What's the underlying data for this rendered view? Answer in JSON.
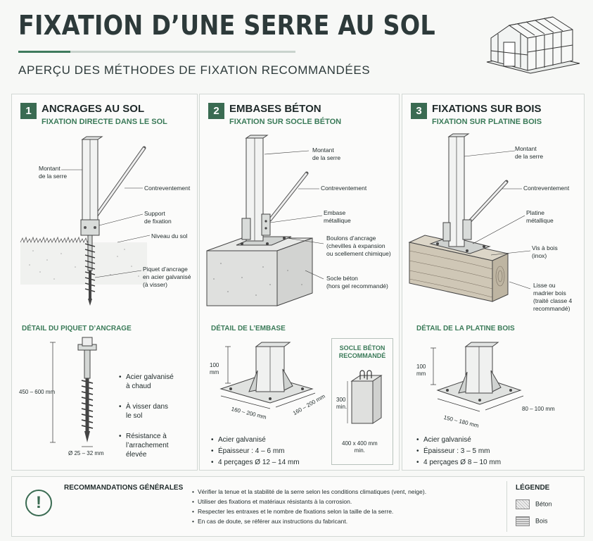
{
  "header": {
    "title": "FIXATION D’UNE SERRE AU SOL",
    "subtitle": "APERÇU DES MÉTHODES DE FIXATION RECOMMANDÉES"
  },
  "panels": [
    {
      "number": "1",
      "title": "ANCRAGES AU SOL",
      "subtitle": "FIXATION DIRECTE DANS LE SOL",
      "labels": {
        "montant": "Montant\nde la serre",
        "contreventement": "Contreventement",
        "support": "Support\nde fixation",
        "niveau": "Niveau du sol",
        "piquet": "Piquet d’ancrage\nen acier galvanisé\n(à visser)"
      },
      "detail_title": "DÉTAIL DU PIQUET D’ANCRAGE",
      "dimensions": {
        "length": "450 – 600 mm",
        "diameter": "Ø 25 – 32 mm"
      },
      "bullets": [
        "Acier galvanisé\nà chaud",
        "À visser dans\nle sol",
        "Résistance à\nl’arrachement\nélevée"
      ]
    },
    {
      "number": "2",
      "title": "EMBASES BÉTON",
      "subtitle": "FIXATION SUR SOCLE BÉTON",
      "labels": {
        "montant": "Montant\nde la serre",
        "contreventement": "Contreventement",
        "embase": "Embase\nmétallique",
        "boulons": "Boulons d’ancrage\n(chevilles à expansion\nou scellement chimique)",
        "socle": "Socle béton\n(hors gel recommandé)"
      },
      "detail_title": "DÉTAIL DE L’EMBASE",
      "dimensions": {
        "height": "100\nmm",
        "width1": "160 – 200 mm",
        "width2": "160 – 200 mm"
      },
      "inset": {
        "title": "SOCLE BÉTON\nRECOMMANDÉ",
        "height": "300\nmin.",
        "size": "400 x 400 mm\nmin."
      },
      "bullets": [
        "Acier galvanisé",
        "Épaisseur : 4 – 6 mm",
        "4 perçages Ø 12 – 14 mm"
      ]
    },
    {
      "number": "3",
      "title": "FIXATIONS SUR BOIS",
      "subtitle": "FIXATION SUR PLATINE BOIS",
      "labels": {
        "montant": "Montant\nde la serre",
        "contreventement": "Contreventement",
        "platine": "Platine\nmétallique",
        "vis": "Vis à bois\n(inox)",
        "lisse": "Lisse ou\nmadrier bois\n(traité classe 4\nrecommandé)"
      },
      "detail_title": "DÉTAIL DE LA PLATINE BOIS",
      "dimensions": {
        "height": "100\nmm",
        "width1": "150 – 180 mm",
        "width2": "80 – 100 mm"
      },
      "bullets": [
        "Acier galvanisé",
        "Épaisseur : 3 – 5 mm",
        "4 perçages Ø 8 – 10 mm"
      ]
    }
  ],
  "recommendations": {
    "title": "RECOMMANDATIONS GÉNÉRALES",
    "items": [
      "Vérifier la tenue et la stabilité de la serre selon les conditions climatiques (vent, neige).",
      "Utiliser des fixations et matériaux résistants à la corrosion.",
      "Respecter les entraxes et le nombre de fixations selon la taille de la serre.",
      "En cas de doute, se référer aux instructions du fabricant."
    ]
  },
  "legend": {
    "title": "LÉGENDE",
    "items": [
      "Béton",
      "Bois"
    ]
  },
  "colors": {
    "accent": "#3a6b52",
    "accent_text": "#3a7a58",
    "title": "#2d3a3a"
  }
}
